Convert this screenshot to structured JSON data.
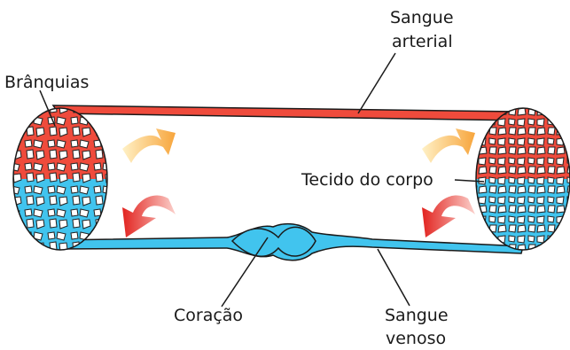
{
  "labels": {
    "gills": "Brânquias",
    "arterial_line1": "Sangue",
    "arterial_line2": "arterial",
    "body_tissue": "Tecido do corpo",
    "heart": "Coração",
    "venous_line1": "Sangue",
    "venous_line2": "venoso"
  },
  "colors": {
    "arterial_red": "#ef4b3c",
    "venous_blue": "#41c4ee",
    "outline": "#1a1a1a",
    "arrow_orange": "#f9b14a",
    "arrow_red": "#e8242a"
  }
}
